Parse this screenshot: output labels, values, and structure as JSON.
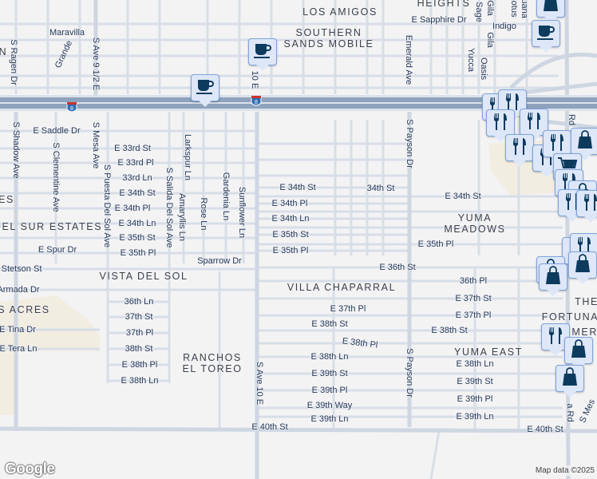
{
  "map": {
    "colors": {
      "background": "#f4f3f4",
      "road": "#d7dee7",
      "freeway": "#8ea2bd",
      "park": "#f2ede1",
      "marker_bg": "#dde7f8",
      "marker_icon": "#0d3b5e",
      "label": "#24395a"
    },
    "interstate_shield": "8",
    "streets": [
      "Maravilla",
      "S Ragen Dr",
      "Grande",
      "S Ave 9 1/2 E",
      "10 E",
      "E Saddle Dr",
      "S Shadow Ave",
      "S Clementine Ave",
      "S Mesa Ave",
      "E 33rd St",
      "E 33rd Pl",
      "33rd Ln",
      "E 34th St",
      "E 34th Pl",
      "E 34th Ln",
      "E 35th St",
      "E 35th Pl",
      "E Spur Dr",
      "Stetson St",
      "Armada Dr",
      "E Tina Dr",
      "E Tera Ln",
      "36th Ln",
      "37th St",
      "37th Pl",
      "38th St",
      "E 38th Pl",
      "E 38th Ln",
      "S Puesta Del Sol Ave",
      "S Salida Del Sol Ave",
      "Larkspur Ln",
      "Amaryllis Ln",
      "Rose Ln",
      "Gardenia Ln",
      "Sunflower Ln",
      "Sparrow Dr",
      "E 34th St",
      "E 34th Pl",
      "E 34th Ln",
      "E 35th St",
      "E 35th Pl",
      "34th St",
      "E 34th St",
      "E 35th Pl",
      "E 36th St",
      "36th Pl",
      "E 37th St",
      "E 37th Pl",
      "E 38th St",
      "E 37th Pl",
      "E 38th St",
      "E 38th Pl",
      "E 38th Ln",
      "E 39th St",
      "E 39th Pl",
      "E 39th Way",
      "E 39th Ln",
      "E 40th St",
      "E 38th Ln",
      "E 39th St",
      "E 39th Pl",
      "E 39th Ln",
      "E 40th St",
      "S Payson Dr",
      "S Payson Dr",
      "S Ave 10 E",
      "Emerald Ave",
      "E Sapphire Dr",
      "Sage",
      "Gila",
      "Lotus",
      "Iguana",
      "Indigo",
      "Yucca",
      "Gila",
      "Oasis",
      "Rd",
      "a Rd",
      "S Mes"
    ],
    "neighborhoods": [
      "HEIGHTS",
      "LOS AMIGOS",
      "SOUTHERN\nSANDS MOBILE",
      "N",
      "ES",
      "DEL SUR ESTATES",
      "VISTA DEL SOL",
      "S ACRES",
      "RANCHOS\nEL TOREO",
      "VILLA CHAPARRAL",
      "YUMA\nMEADOWS",
      "YUMA EAST",
      "THE",
      "FORTUNA R",
      "MERC"
    ],
    "markers": [
      {
        "icon": "shopping-bag-icon"
      },
      {
        "icon": "coffee-icon"
      },
      {
        "icon": "coffee-icon"
      },
      {
        "icon": "coffee-icon"
      },
      {
        "icon": "restaurant-icon"
      },
      {
        "icon": "restaurant-icon"
      },
      {
        "icon": "restaurant-icon"
      },
      {
        "icon": "restaurant-icon"
      },
      {
        "icon": "restaurant-icon"
      },
      {
        "icon": "restaurant-icon"
      },
      {
        "icon": "restaurant-icon"
      },
      {
        "icon": "shopping-bag-icon"
      },
      {
        "icon": "shopping-cart-icon"
      },
      {
        "icon": "restaurant-icon"
      },
      {
        "icon": "shopping-bag-icon"
      },
      {
        "icon": "restaurant-icon"
      },
      {
        "icon": "restaurant-icon"
      },
      {
        "icon": "shopping-bag-icon"
      },
      {
        "icon": "restaurant-icon"
      },
      {
        "icon": "shopping-bag-icon"
      },
      {
        "icon": "shopping-bag-icon"
      },
      {
        "icon": "shopping-bag-icon"
      },
      {
        "icon": "restaurant-icon"
      },
      {
        "icon": "shopping-bag-icon"
      },
      {
        "icon": "shopping-bag-icon"
      }
    ],
    "logo": "Google",
    "attribution": "Map data ©2025"
  }
}
